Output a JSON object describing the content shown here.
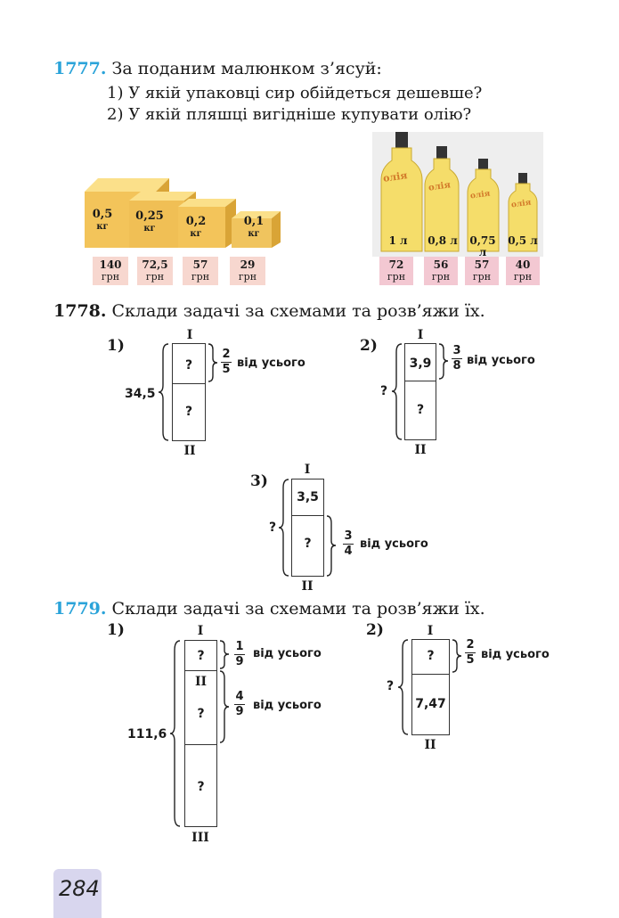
{
  "p1777": {
    "num": "1777.",
    "title": "За поданим малюнком з’ясуй:",
    "q1": "1) У якій упаковці сир обійдеться дешевше?",
    "q2": "2) У якій пляшці вигідніше купувати олію?",
    "cheese": [
      {
        "weight": "0,5",
        "unit": "кг",
        "price": "140",
        "cur": "грн"
      },
      {
        "weight": "0,25",
        "unit": "кг",
        "price": "72,5",
        "cur": "грн"
      },
      {
        "weight": "0,2",
        "unit": "кг",
        "price": "57",
        "cur": "грн"
      },
      {
        "weight": "0,1",
        "unit": "кг",
        "price": "29",
        "cur": "грн"
      }
    ],
    "oil_label": "олія",
    "oil": [
      {
        "volume": "1 л",
        "price": "72",
        "cur": "грн"
      },
      {
        "volume": "0,8 л",
        "price": "56",
        "cur": "грн"
      },
      {
        "volume": "0,75 л",
        "price": "57",
        "cur": "грн"
      },
      {
        "volume": "0,5 л",
        "price": "40",
        "cur": "грн"
      }
    ]
  },
  "p1778": {
    "num": "1778.",
    "title": "Склади задачі за схемами та розв’яжи їх.",
    "s1": {
      "tag": "1)",
      "top": "I",
      "bottom": "II",
      "c1": "?",
      "c2": "?",
      "total": "34,5",
      "fn": "2",
      "fd": "5",
      "vid": "від усього"
    },
    "s2": {
      "tag": "2)",
      "top": "I",
      "bottom": "II",
      "c1": "3,9",
      "c2": "?",
      "total": "?",
      "fn": "3",
      "fd": "8",
      "vid": "від усього"
    },
    "s3": {
      "tag": "3)",
      "top": "I",
      "bottom": "II",
      "c1": "3,5",
      "c2": "?",
      "total": "?",
      "fn": "3",
      "fd": "4",
      "vid": "від усього"
    }
  },
  "p1779": {
    "num": "1779.",
    "title": "Склади задачі за схемами та розв’яжи їх.",
    "s1": {
      "tag": "1)",
      "top": "I",
      "mid": "II",
      "bottom": "III",
      "c1": "?",
      "c2": "?",
      "c3": "?",
      "total": "111,6",
      "f1n": "1",
      "f1d": "9",
      "f2n": "4",
      "f2d": "9",
      "vid": "від усього"
    },
    "s2": {
      "tag": "2)",
      "top": "I",
      "bottom": "II",
      "c1": "?",
      "c2": "7,47",
      "total": "?",
      "fn": "2",
      "fd": "5",
      "vid": "від усього"
    }
  },
  "page": {
    "number": "284"
  },
  "colors": {
    "accent": "#2aa3d9",
    "cheese": "#f3c45a",
    "oil": "#f5dd6a",
    "price_bg": "#f7d7cf"
  }
}
